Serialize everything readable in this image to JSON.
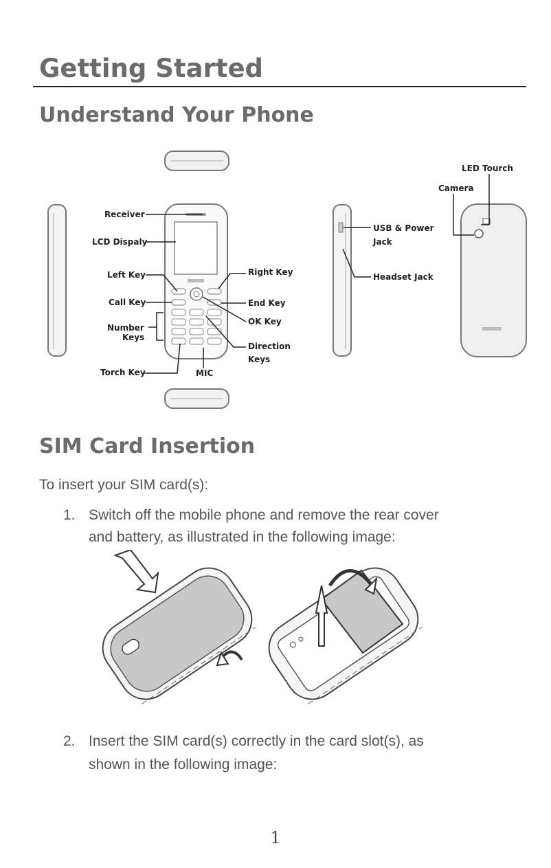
{
  "title": "Getting Started",
  "sections": {
    "understand": {
      "heading": "Understand Your Phone"
    },
    "sim": {
      "heading": "SIM Card Insertion",
      "intro": "To insert your SIM card(s):",
      "steps": [
        {
          "num": "1.",
          "line1": "Switch off the mobile phone and remove the rear cover",
          "line2": "and battery, as illustrated in the following image:"
        },
        {
          "num": "2.",
          "line1": "Insert the SIM card(s) correctly in the card slot(s), as",
          "line2": "shown in the following image:"
        }
      ]
    }
  },
  "diagram": {
    "labels": {
      "receiver": "Receiver",
      "lcd": "LCD Dispaly",
      "left_key": "Left Key",
      "call_key": "Call Key",
      "number_keys_1": "Number",
      "number_keys_2": "Keys",
      "torch_key": "Torch Key",
      "mic": "MIC",
      "right_key": "Right Key",
      "end_key": "End Key",
      "ok_key": "OK Key",
      "direction_1": "Direction",
      "direction_2": "Keys",
      "usb_1": "USB & Power",
      "usb_2": "Jack",
      "headset": "Headset Jack",
      "camera": "Camera",
      "led": "LED Tourch"
    }
  },
  "page_number": "1"
}
